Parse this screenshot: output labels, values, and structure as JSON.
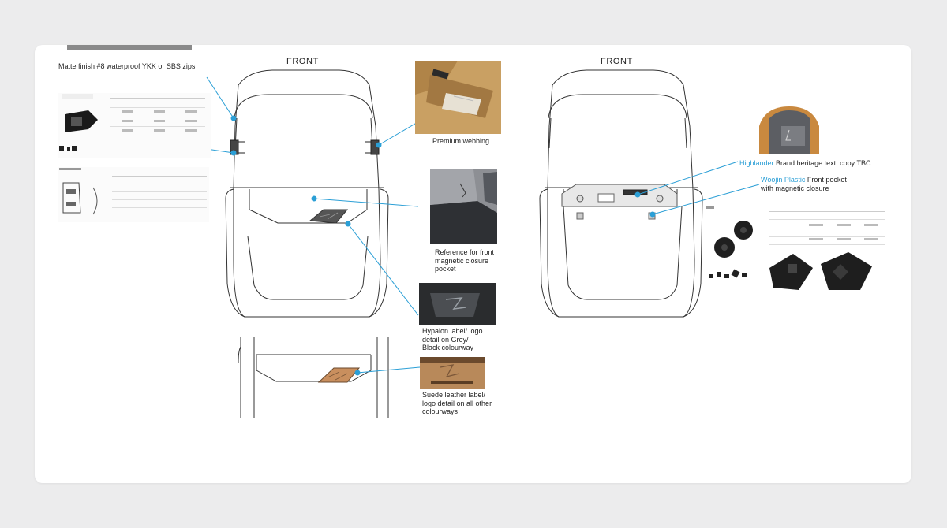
{
  "colors": {
    "accent": "#2b9fd6",
    "board_bg": "#ffffff",
    "page_bg": "#ececed",
    "suede": "#c98f5e",
    "leather_photo": "#b8895a",
    "hypalon_dark": "#3c3c3c"
  },
  "left_view": {
    "title": "FRONT"
  },
  "right_view": {
    "title": "FRONT"
  },
  "callouts": {
    "zips": "Matte finish #8 waterproof YKK or SBS zips",
    "webbing": "Premium webbing",
    "front_pocket_ref": "Reference for front magnetic closure pocket",
    "hypalon": "Hypalon label/ logo detail on Grey/ Black colourway",
    "suede": "Suede leather label/ logo detail on all other colourways",
    "highlander_brand": "Highlander",
    "highlander_rest": "Brand heritage text, copy TBC",
    "woojin_brand": "Woojin Plastic",
    "woojin_rest": "Front pocket with magnetic closure"
  }
}
